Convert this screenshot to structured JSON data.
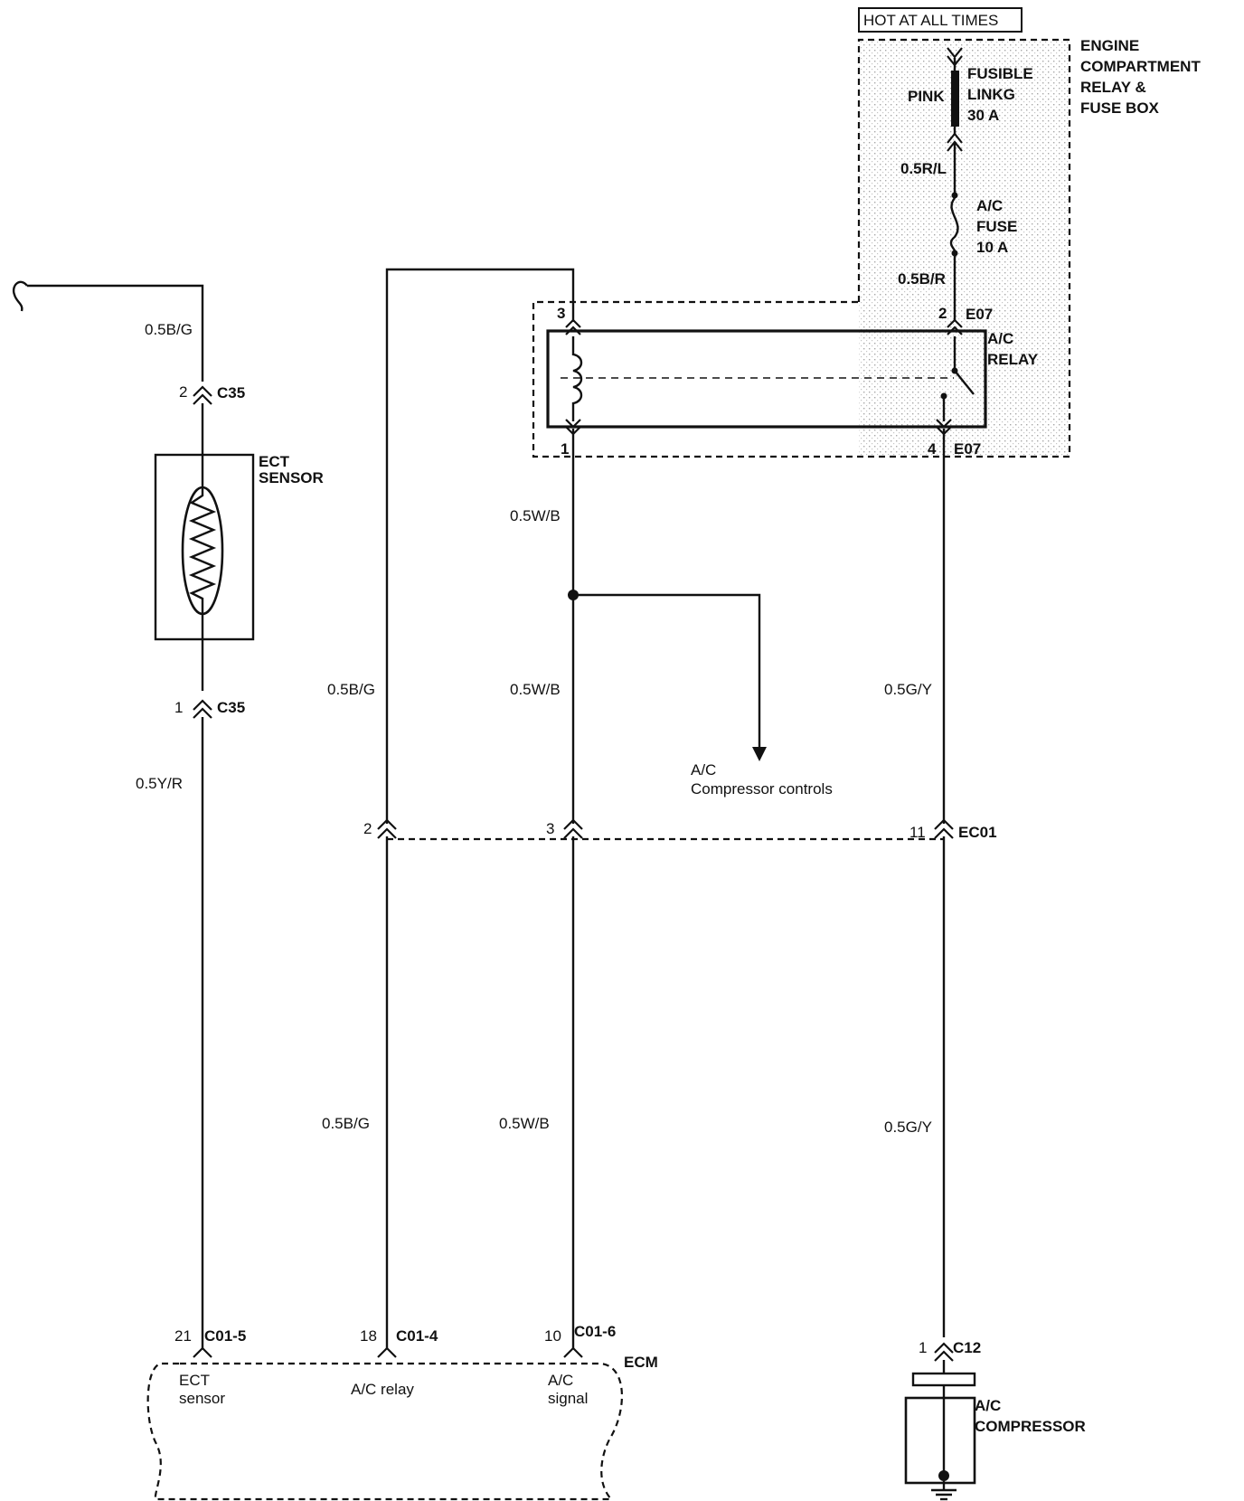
{
  "top": {
    "hot_label": "HOT AT ALL TIMES",
    "fusebox_label_lines": [
      "ENGINE",
      "COMPARTMENT",
      "RELAY &",
      "FUSE BOX"
    ],
    "fusible_link": {
      "color": "PINK",
      "lines": [
        "FUSIBLE",
        "LINKG",
        "30 A"
      ]
    },
    "ac_fuse_lines": [
      "A/C",
      "FUSE",
      "10 A"
    ],
    "relay_lines": [
      "A/C",
      "RELAY"
    ]
  },
  "ect": {
    "sensor_lines": [
      "ECT",
      "SENSOR"
    ]
  },
  "wires": {
    "w_05bg": "0.5B/G",
    "w_05yr": "0.5Y/R",
    "w_05wb": "0.5W/B",
    "w_05gy": "0.5G/Y",
    "w_05rl": "0.5R/L",
    "w_05br": "0.5B/R"
  },
  "connectors": {
    "c35": "C35",
    "e07": "E07",
    "ec01": "EC01",
    "c12": "C12",
    "c01_5": "C01-5",
    "c01_4": "C01-4",
    "c01_6": "C01-6"
  },
  "pins": {
    "p1": "1",
    "p2": "2",
    "p3": "3",
    "p4": "4",
    "p10": "10",
    "p11": "11",
    "p18": "18",
    "p21": "21"
  },
  "branch": {
    "lines": [
      "A/C",
      "Compressor controls"
    ]
  },
  "ecm": {
    "name": "ECM",
    "ect_lines": [
      "ECT",
      "sensor"
    ],
    "relay": "A/C relay",
    "signal_lines": [
      "A/C",
      "signal"
    ]
  },
  "compressor": {
    "lines": [
      "A/C",
      "COMPRESSOR"
    ]
  }
}
